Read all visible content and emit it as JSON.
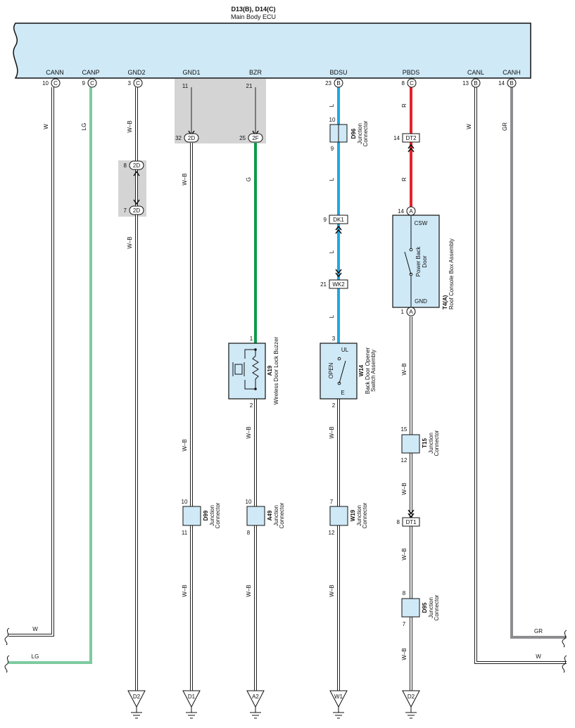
{
  "ecu": {
    "id": "D13(B), D14(C)",
    "name": "Main Body ECU",
    "pins": [
      "CANN",
      "CANP",
      "GND2",
      "GND1",
      "BZR",
      "BDSU",
      "PBDS",
      "CANL",
      "CANH"
    ]
  },
  "pins": {
    "cann": {
      "num": "10",
      "conn": "C"
    },
    "canp": {
      "num": "9",
      "conn": "C"
    },
    "gnd2": {
      "num": "3",
      "conn": "C"
    },
    "gnd1": {
      "num": "11"
    },
    "bzr": {
      "num": "21"
    },
    "bdsu": {
      "num": "23",
      "conn": "B"
    },
    "pbds": {
      "num": "8",
      "conn": "C"
    },
    "canl": {
      "num": "13",
      "conn": "B"
    },
    "canh": {
      "num": "14",
      "conn": "B"
    }
  },
  "wires": {
    "w": "W",
    "lg": "LG",
    "wb": "W–B",
    "g": "G",
    "l": "L",
    "r": "R",
    "gr": "GR"
  },
  "colors": {
    "ecu_fill": "#cfe9f7",
    "shade": "#d4d4d4",
    "green": "#0d9a48",
    "lightgreen": "#7dcba0",
    "blue": "#1ea8e6",
    "red": "#e2252b",
    "gray": "#8c8c91"
  },
  "inline": {
    "2d_top": {
      "num": "8",
      "label": "2D"
    },
    "2d_bot": {
      "num": "7",
      "label": "2D"
    },
    "gnd1_in": {
      "num": "32",
      "label": "2D"
    },
    "bzr_in": {
      "num": "25",
      "label": "2F"
    },
    "dk1": {
      "num": "9",
      "label": "DK1"
    },
    "wk2": {
      "num": "21",
      "label": "WK2"
    },
    "dt2": {
      "num": "14",
      "label": "DT2"
    },
    "dt1": {
      "num": "8",
      "label": "DT1"
    }
  },
  "junctions": {
    "d96": {
      "id": "D96",
      "name": "Junction Connector",
      "pin_top": "10",
      "pin_bot": "9"
    },
    "d99": {
      "id": "D99",
      "name": "Junction Connector",
      "pin_top": "10",
      "pin_bot": "11"
    },
    "a49": {
      "id": "A49",
      "name": "Junction Connector",
      "pin_top": "10",
      "pin_bot": "8"
    },
    "w19": {
      "id": "W19",
      "name": "Junction Connector",
      "pin_top": "7",
      "pin_bot": "12"
    },
    "t15": {
      "id": "T15",
      "name": "Junction Connector",
      "pin_top": "15",
      "pin_bot": "12"
    },
    "d95": {
      "id": "D95",
      "name": "Junction Connector",
      "pin_top": "8",
      "pin_bot": "7"
    }
  },
  "components": {
    "a19": {
      "id": "A19",
      "name": "Wireless Door Lock Buzzer",
      "pin_top": "1",
      "pin_bot": "2"
    },
    "w14": {
      "id": "W14",
      "name1": "Back Door Opener",
      "name2": "Switch Assembly",
      "pin_top": "3",
      "pin_bot": "2",
      "ul": "UL",
      "e": "E",
      "open": "OPEN"
    },
    "t4": {
      "id": "T4(A)",
      "name": "Roof Console Box Assembly",
      "csw": "CSW",
      "gnd": "GND",
      "sw1": "Power Back",
      "sw2": "Door",
      "pin_top": "14",
      "pin_bot": "1",
      "conn": "A"
    }
  },
  "grounds": [
    "D2",
    "D1",
    "A2",
    "W1",
    "D2"
  ]
}
